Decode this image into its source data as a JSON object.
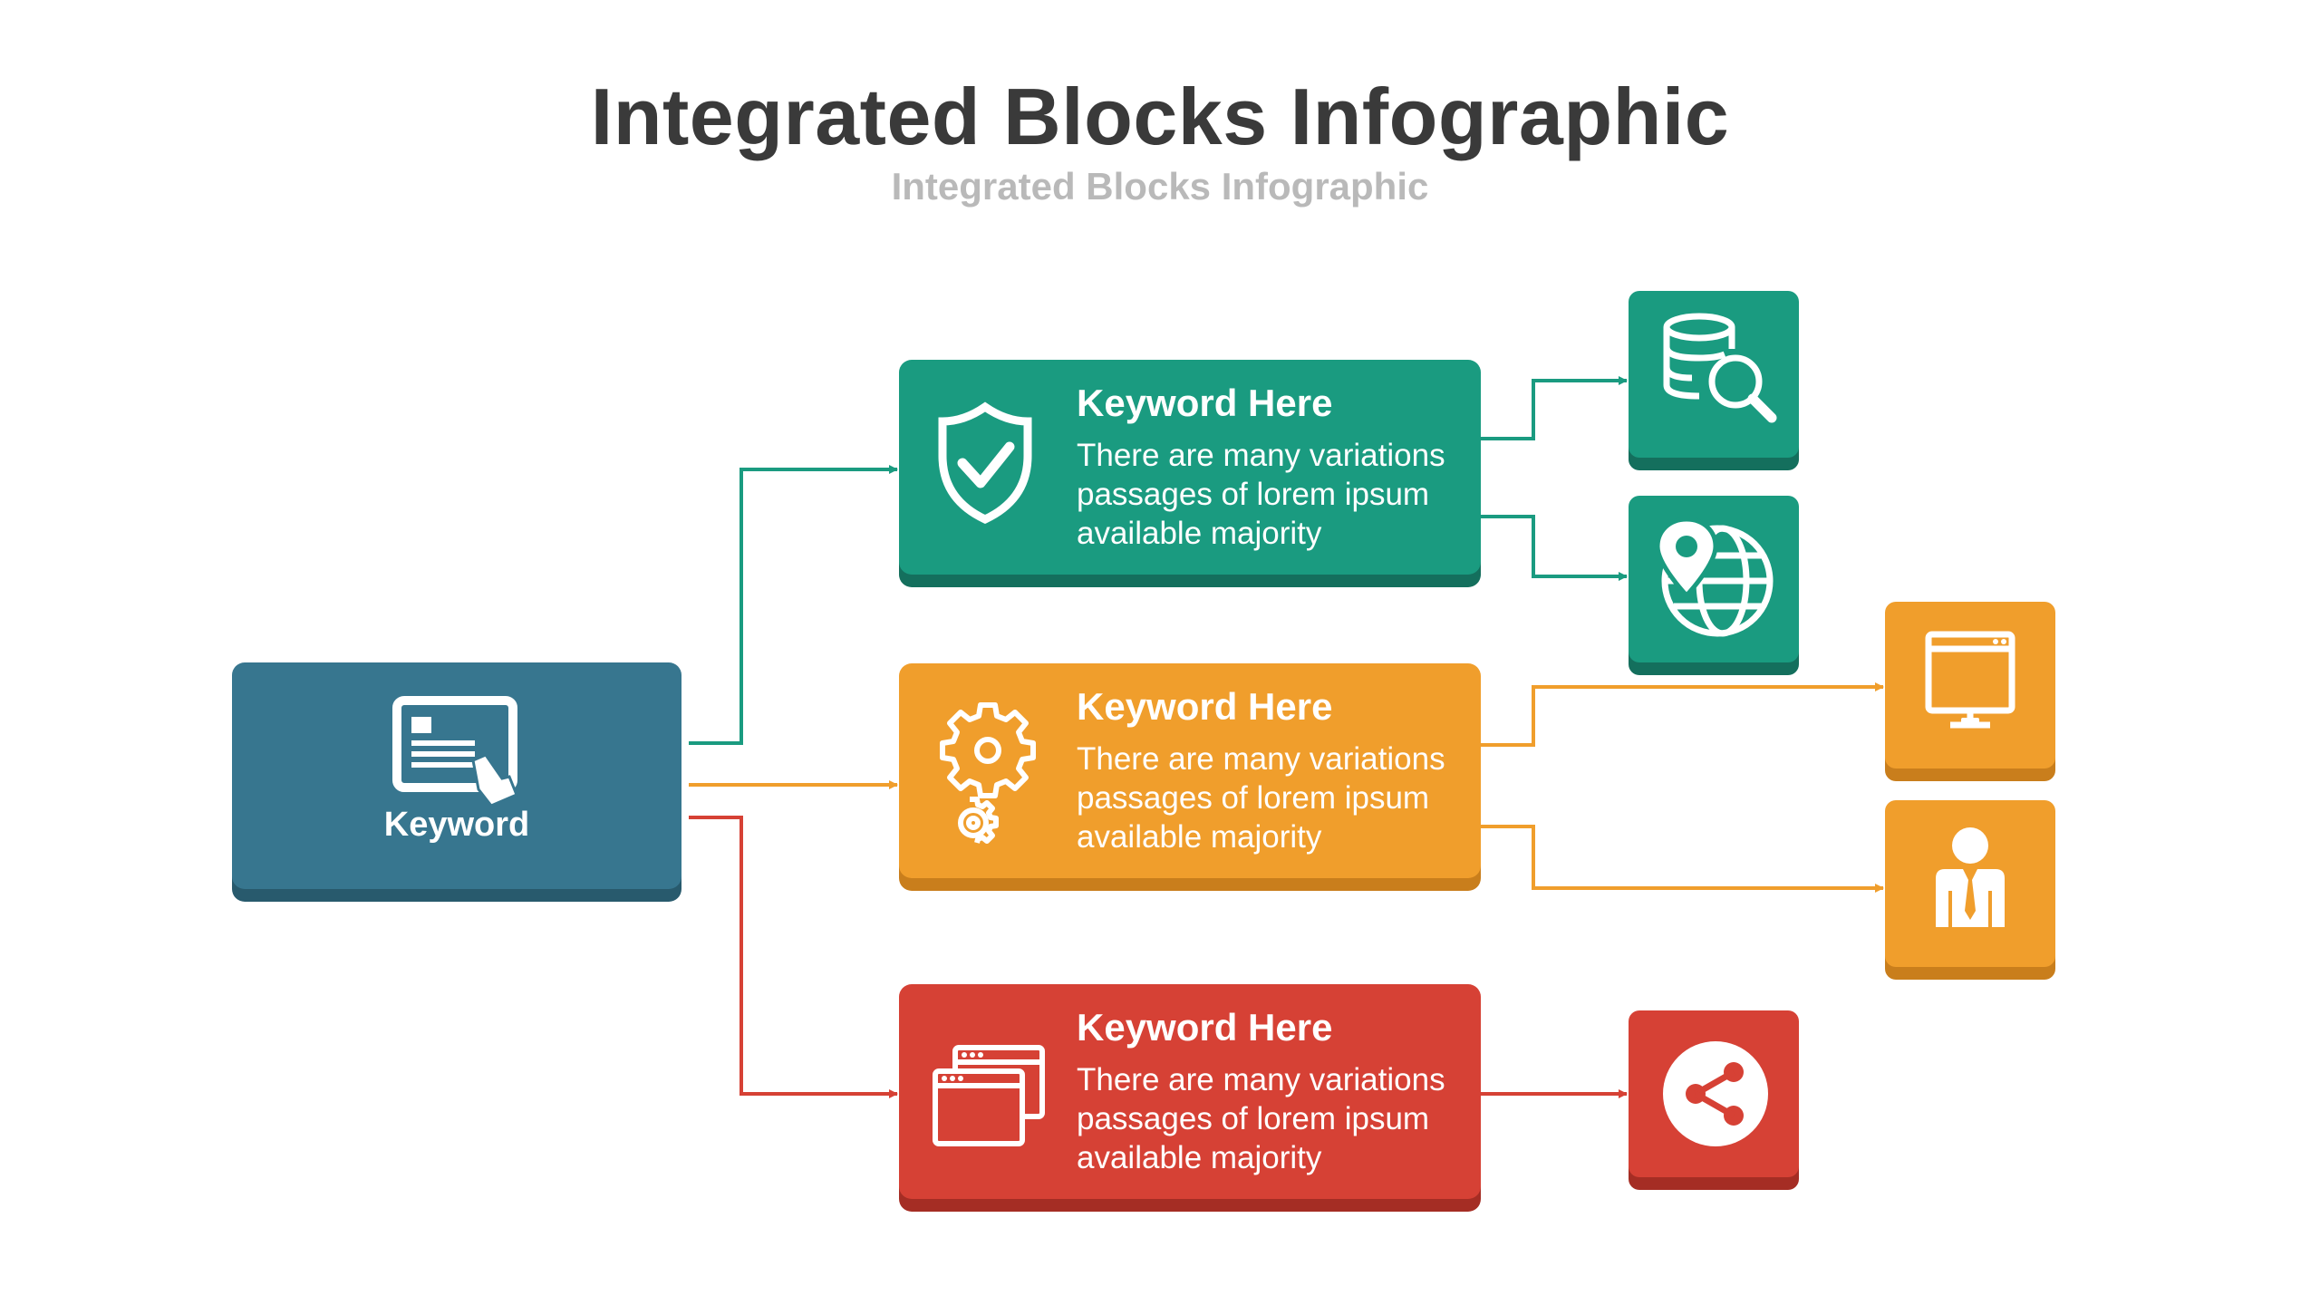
{
  "title": "Integrated Blocks Infographic",
  "subtitle": "Integrated Blocks Infographic",
  "source": {
    "label": "Keyword",
    "icon": "tablet-touch-icon",
    "color": "#37768f"
  },
  "blocks": [
    {
      "heading": "Keyword Here",
      "text": "There are many variations\npassages of lorem ipsum\navailable  majority",
      "icon": "shield-check-icon",
      "color": "#1a9b80"
    },
    {
      "heading": "Keyword Here",
      "text": "There are many variations\npassages of lorem ipsum\navailable  majority",
      "icon": "gears-icon",
      "color": "#f09e2c"
    },
    {
      "heading": "Keyword Here",
      "text": "There are many variations\npassages of lorem ipsum\navailable  majority",
      "icon": "browser-windows-icon",
      "color": "#d64135"
    }
  ],
  "tiles": [
    {
      "icon": "database-search-icon",
      "color": "#1a9b80"
    },
    {
      "icon": "globe-location-icon",
      "color": "#1a9b80"
    },
    {
      "icon": "monitor-icon",
      "color": "#f09e2c"
    },
    {
      "icon": "businessman-icon",
      "color": "#f09e2c"
    },
    {
      "icon": "share-icon",
      "color": "#d64135"
    }
  ]
}
